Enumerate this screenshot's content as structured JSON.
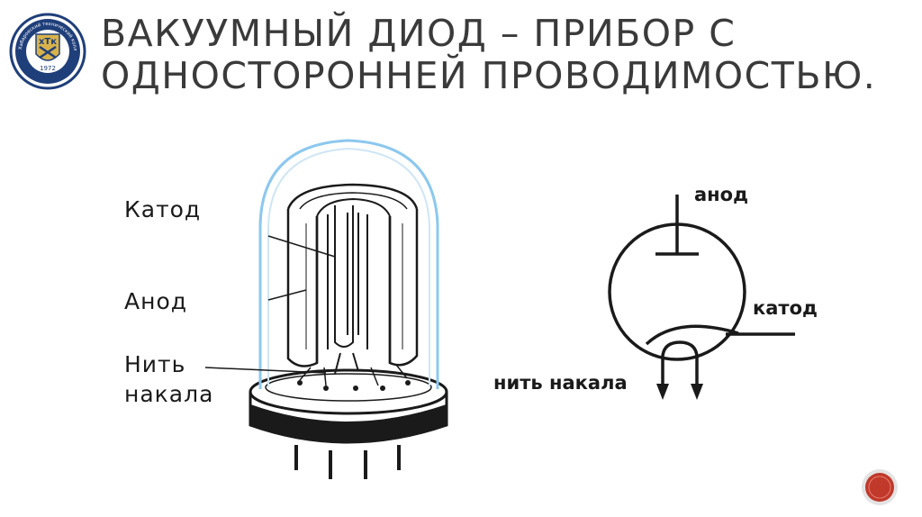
{
  "slide": {
    "title_line1": "ВАКУУМНЫЙ ДИОД – ПРИБОР С",
    "title_line2": "ОДНОСТОРОННЕЙ ПРОВОДИМОСТЬЮ."
  },
  "logo": {
    "initials": "хТк",
    "year": "1972",
    "ring_text": "Хабаровский технический колледж",
    "colors": {
      "ring": "#1f3f7a",
      "inner": "#1f3f7a",
      "gold": "#d8b24a"
    }
  },
  "tube_labels": {
    "cathode": "Катод",
    "anode": "Анод",
    "filament_line1": "Нить",
    "filament_line2": "накала"
  },
  "symbol_labels": {
    "anode": "анод",
    "cathode": "катод",
    "filament": "нить накала"
  },
  "colors": {
    "title": "#3a3a3a",
    "glass": "#8cc8ee",
    "line": "#1a1a1a",
    "nav_button": "#c0392b"
  },
  "nav": {
    "icon": "circle-nav-icon"
  }
}
